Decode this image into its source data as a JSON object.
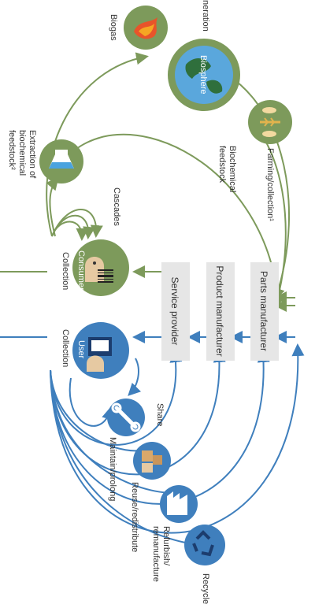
{
  "colors": {
    "green": "#7d9a5b",
    "blue": "#3f7fbd",
    "box": "#e6e6e6",
    "text": "#333333"
  },
  "labels": {
    "regeneration": "neration",
    "biogas": "Biogas",
    "biosphere": "Biosphere",
    "biochemical_feedstock": [
      "Biochemical",
      "feedstock"
    ],
    "farming_collection": "Farming/collection¹",
    "extraction": [
      "Extraction of",
      "biochemical",
      "feedstock²"
    ],
    "cascades": "Cascades",
    "collection_bio": "Collection",
    "consumer": "Consumer",
    "collection_tech": "Collection",
    "user": "User",
    "share": "Share",
    "maintain": "Maintain/prolong",
    "reuse": "Reuse/redistribute",
    "refurbish": [
      "Refurbish/",
      "remanufacture"
    ],
    "recycle": "Recycle"
  },
  "boxes": {
    "parts_manufacturer": "Parts manufacturer",
    "product_manufacturer": "Product manufacturer",
    "service_provider": "Service provider"
  },
  "icons": {
    "biogas": "flame-icon",
    "biosphere": "globe-icon",
    "farming": "fish-wheat-icon",
    "extraction": "flask-icon",
    "consumer": "person-barcode-icon",
    "user": "person-monitor-icon",
    "share": "wrench-icon",
    "reuse": "boxes-icon",
    "refurbish": "factory-icon",
    "recycle": "recycle-arrows-icon"
  }
}
